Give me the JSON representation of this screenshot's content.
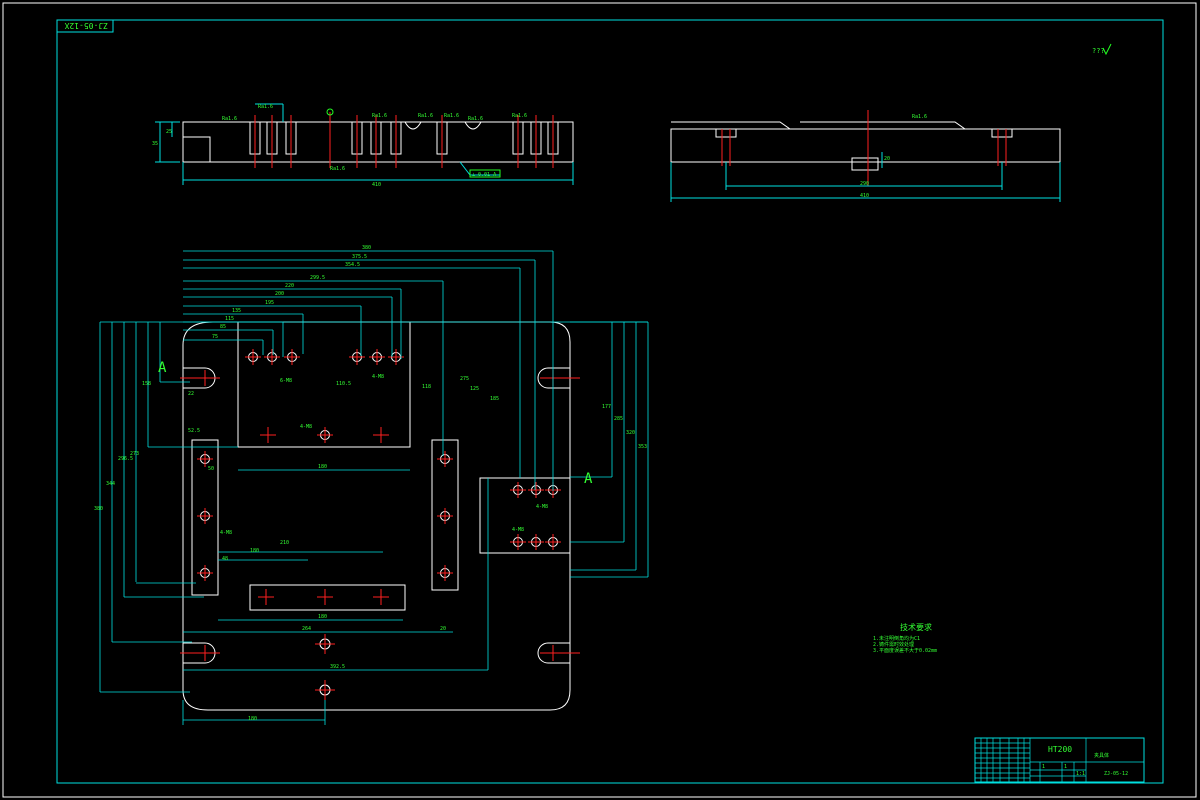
{
  "frame": {
    "drawing_code_box": "ZJ-05-12X"
  },
  "roughness_symbol_top_right": "???",
  "section_view": {
    "annotations": [
      "Ra1.6",
      "Ra1.6",
      "Ra1.6",
      "Ra1.6",
      "Ra1.6",
      "Ra1.6",
      "Ra1.6",
      "Ra1.6"
    ],
    "tolerance_frame": "⟂ 0.01 A",
    "dims": {
      "overall_length": "410",
      "height_a": "35",
      "height_b": "25"
    }
  },
  "side_view": {
    "annotation": "Ra1.6",
    "dims": {
      "inner": "290",
      "overall": "410",
      "step": "20"
    }
  },
  "section_label_left": "A",
  "section_label_right": "A",
  "plan_dims_top": [
    "380",
    "375.5",
    "354.5",
    "299.5",
    "220",
    "200",
    "195",
    "135",
    "115",
    "85",
    "75"
  ],
  "plan_dims_left": [
    "380",
    "344",
    "296.5",
    "273",
    "158",
    "22"
  ],
  "plan_dims_right": [
    "177",
    "285",
    "320",
    "353"
  ],
  "plan_dims_inner": [
    "180",
    "180",
    "210",
    "180",
    "48",
    "52.5",
    "50",
    "264",
    "20",
    "392.5",
    "180",
    "110.5",
    "118",
    "125",
    "185",
    "275"
  ],
  "hole_callouts": [
    "6-M8",
    "4-M8",
    "4-M8",
    "4-M8",
    "4-M8",
    "4-M8"
  ],
  "notes": {
    "title": "技术要求",
    "lines": [
      "1.未注明倒角均为C1",
      "2.铸件需时效处理",
      "3.平面度误差不大于0.02mm"
    ]
  },
  "title_block": {
    "material": "HT200",
    "part_name": "夹具体",
    "drawing_number": "ZJ-05-12",
    "small_cells": [
      "1",
      "1",
      "1:1"
    ]
  },
  "colors": {
    "frame": "#00e0e0",
    "part": "#ffffff",
    "center": "#ff2020",
    "text": "#33ff33"
  }
}
